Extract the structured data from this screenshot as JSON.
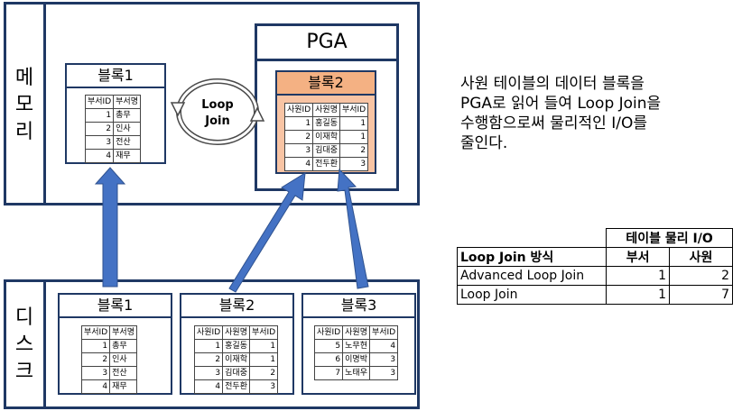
{
  "memory": {
    "label_chars": [
      "메",
      "모",
      "리"
    ]
  },
  "disk": {
    "label_chars": [
      "디",
      "스",
      "크"
    ]
  },
  "pga": {
    "title": "PGA"
  },
  "loop_join": {
    "line1": "Loop",
    "line2": "Join"
  },
  "dept_table": {
    "headers": [
      "부서ID",
      "부서명"
    ],
    "rows": [
      [
        "1",
        "총무"
      ],
      [
        "2",
        "인사"
      ],
      [
        "3",
        "전산"
      ],
      [
        "4",
        "재무"
      ]
    ]
  },
  "emp_table_block2": {
    "headers": [
      "사원ID",
      "사원명",
      "부서ID"
    ],
    "rows": [
      [
        "1",
        "홍길동",
        "1"
      ],
      [
        "2",
        "이재학",
        "1"
      ],
      [
        "3",
        "김대중",
        "2"
      ],
      [
        "4",
        "전두환",
        "3"
      ]
    ]
  },
  "emp_table_block3": {
    "headers": [
      "사원ID",
      "사원명",
      "부서ID"
    ],
    "rows": [
      [
        "5",
        "노무현",
        "4"
      ],
      [
        "6",
        "이명박",
        "3"
      ],
      [
        "7",
        "노태우",
        "3"
      ]
    ]
  },
  "blocks": {
    "mem_block1": "블록1",
    "mem_block2": "블록2",
    "disk_block1": "블록1",
    "disk_block2": "블록2",
    "disk_block3": "블록3"
  },
  "caption": {
    "lines": [
      "사원 테이블의 데이터 블록을",
      "PGA로 읽어 들여 Loop Join을",
      "수행함으로써 물리적인 I/O를",
      "줄인다."
    ]
  },
  "io_table": {
    "group_header": "테이블 물리 I/O",
    "method_header": "Loop Join 방식",
    "col_headers": [
      "부서",
      "사원"
    ],
    "rows": [
      {
        "method": "Advanced Loop Join",
        "dept": "1",
        "emp": "2"
      },
      {
        "method": "Loop Join",
        "dept": "1",
        "emp": "7"
      }
    ]
  },
  "colors": {
    "border": "#1f3864",
    "block2_fill": "#f8c4a4",
    "block2_title": "#f4b183",
    "arrow": "#4472c4"
  }
}
